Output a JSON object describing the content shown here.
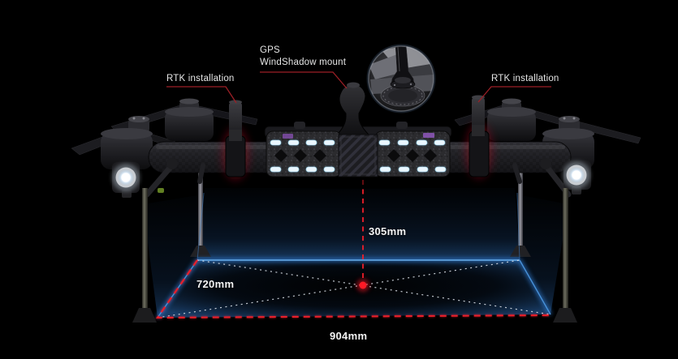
{
  "scene": {
    "name": "agricultural-drone-dimension-diagram",
    "background_color": "#000000",
    "colors": {
      "dimension_red": "#ea1f2a",
      "leader_red": "#9c1f26",
      "glow_blue": "#2f7ad0",
      "label_text": "#e6e6e6",
      "dimension_text": "#f4f4f4"
    }
  },
  "callouts": {
    "rtk_left": {
      "label": "RTK installation"
    },
    "gps_mount": {
      "label_line1": "GPS",
      "label_line2": "WindShadow mount"
    },
    "rtk_right": {
      "label": "RTK installation"
    }
  },
  "measurements": {
    "height_center": {
      "value": "305mm"
    },
    "side_depth": {
      "value": "720mm"
    },
    "front_width": {
      "value": "904mm"
    }
  },
  "inset": {
    "name": "gps-windshadow-mount-closeup"
  }
}
